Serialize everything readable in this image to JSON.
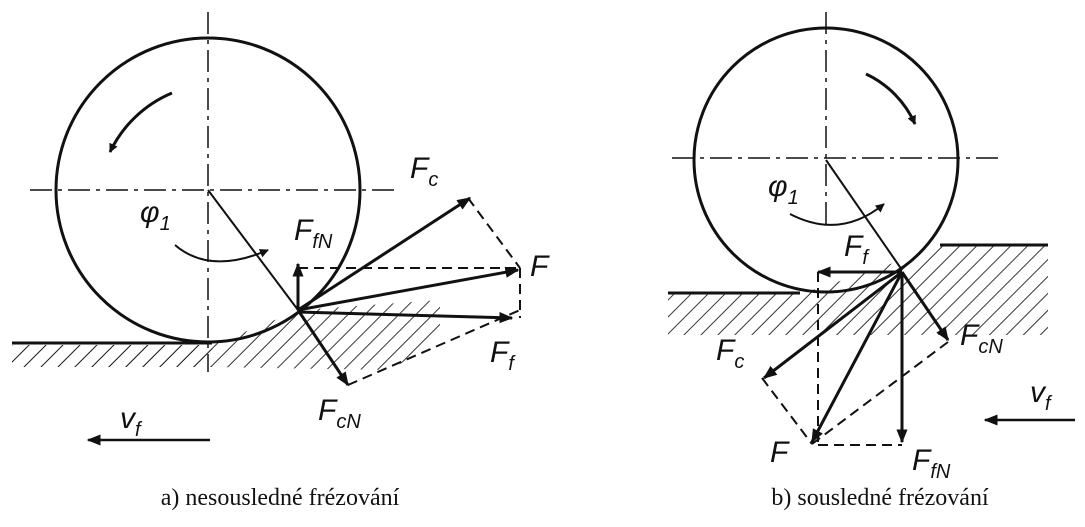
{
  "diagram_a": {
    "caption": "a) nesousledné frézování",
    "labels": {
      "fc_main": "F",
      "fc_sub": "c",
      "ffn_main": "F",
      "ffn_sub": "fN",
      "f_main": "F",
      "ff_main": "F",
      "ff_sub": "f",
      "fcn_main": "F",
      "fcn_sub": "cN",
      "vf_main": "v",
      "vf_sub": "f",
      "phi_main": "φ",
      "phi_sub": "1"
    }
  },
  "diagram_b": {
    "caption": "b) sousledné frézování",
    "labels": {
      "ff_main": "F",
      "ff_sub": "f",
      "fcn_main": "F",
      "fcn_sub": "cN",
      "fc_main": "F",
      "fc_sub": "c",
      "f_main": "F",
      "ffn_main": "F",
      "ffn_sub": "fN",
      "vf_main": "v",
      "vf_sub": "f",
      "phi_main": "φ",
      "phi_sub": "1"
    }
  },
  "colors": {
    "ink": "#111111",
    "background": "#ffffff"
  }
}
